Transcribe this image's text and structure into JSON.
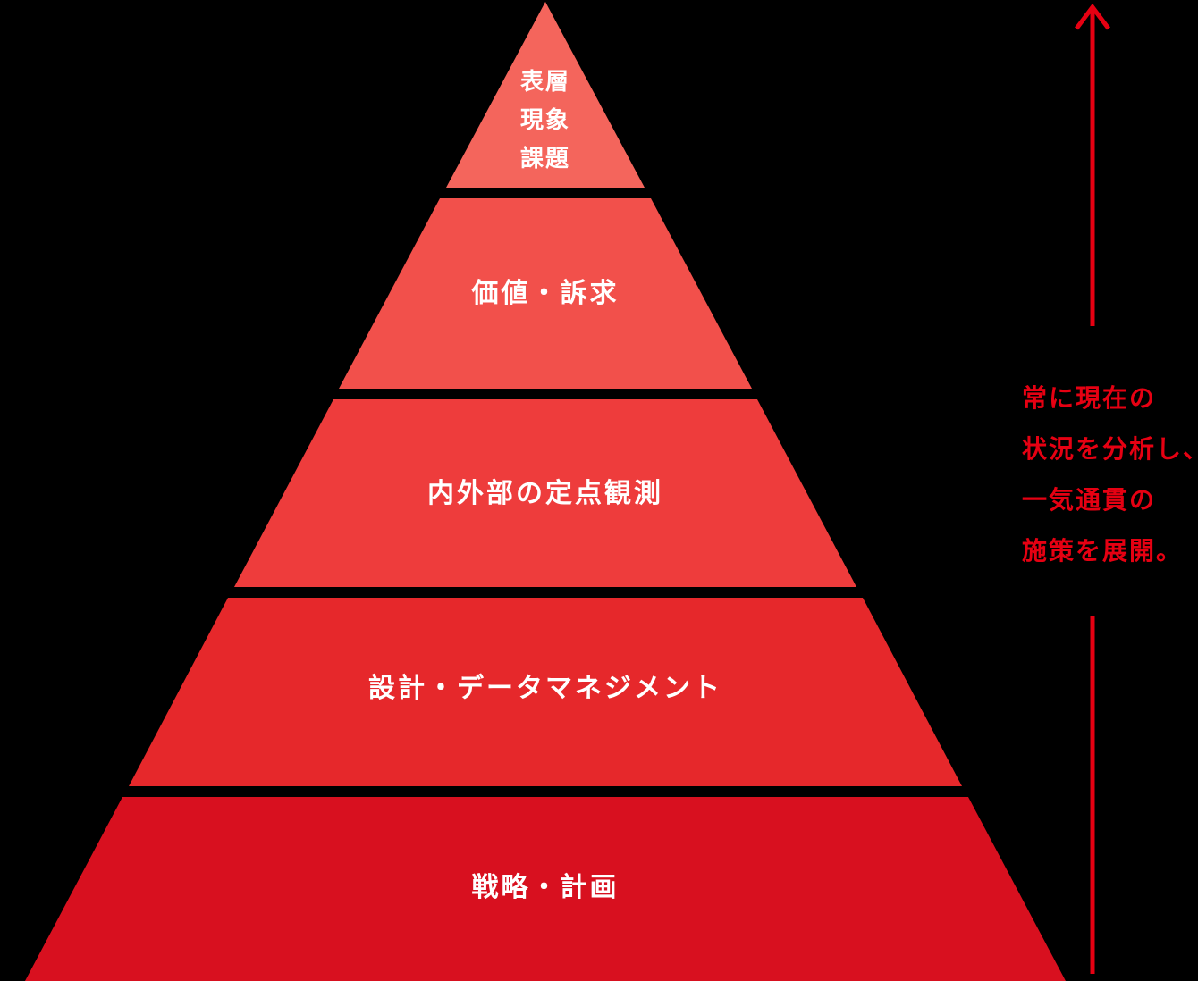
{
  "background_color": "#000000",
  "pyramid": {
    "layers": [
      {
        "label_lines": [
          "表層",
          "現象",
          "課題"
        ],
        "color": "#f4655c"
      },
      {
        "label": "価値・訴求",
        "color": "#f2504b"
      },
      {
        "label": "内外部の定点観測",
        "color": "#ee3c3c"
      },
      {
        "label": "設計・データマネジメント",
        "color": "#e6282b"
      },
      {
        "label": "戦略・計画",
        "color": "#d8101f"
      }
    ]
  },
  "annotation": {
    "lines": [
      "常に現在の",
      "状況を分析し、",
      "一気通貫の",
      "施策を展開。"
    ],
    "color": "#e60012"
  },
  "arrow": {
    "direction": "up",
    "color": "#e60012"
  }
}
